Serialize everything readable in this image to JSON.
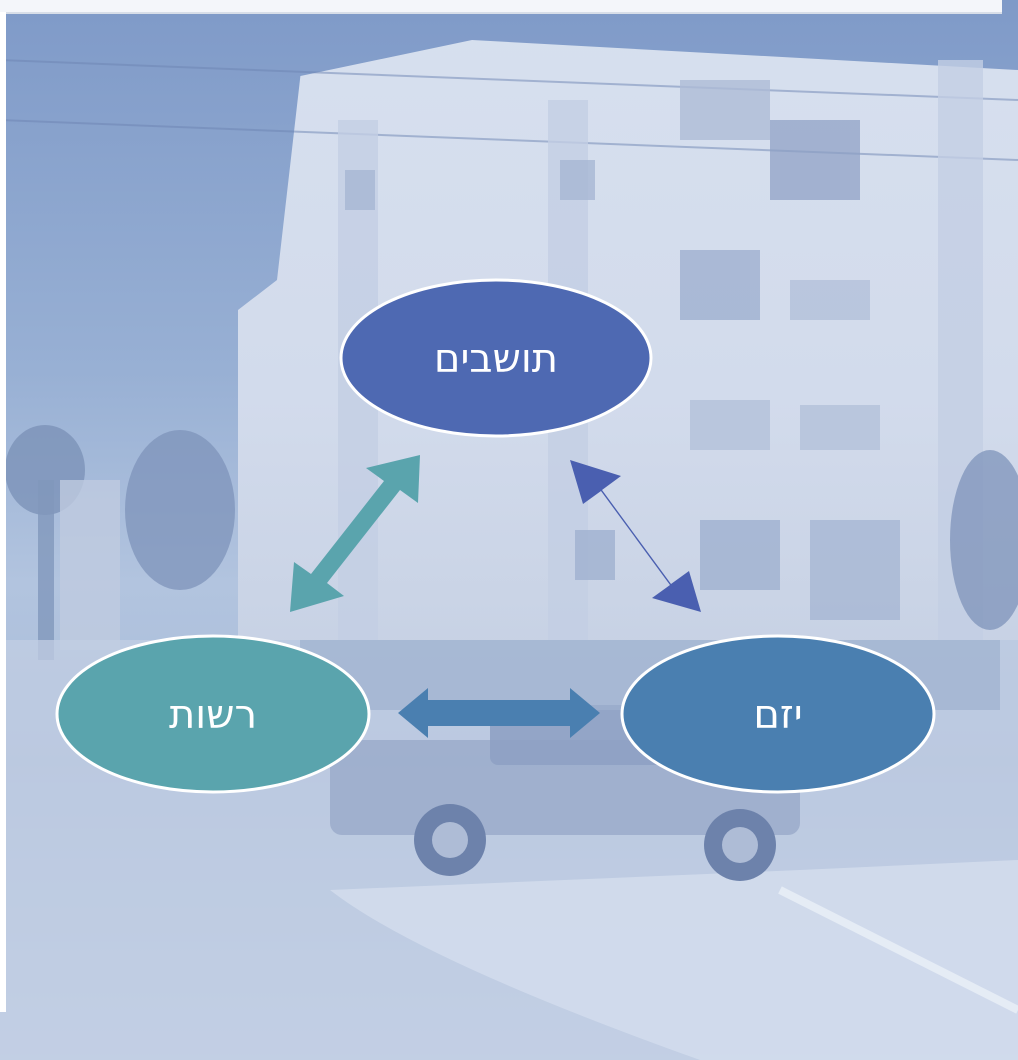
{
  "diagram": {
    "nodes": {
      "residents": {
        "label": "תושבים",
        "color": "#4e69b2"
      },
      "authority": {
        "label": "רשות",
        "color": "#5aa4ad"
      },
      "developer": {
        "label": "יזם",
        "color": "#4a7fb0"
      }
    },
    "arrows": {
      "residents_authority": {
        "color": "#5aa4ad"
      },
      "residents_developer": {
        "color": "#4a5fb0"
      },
      "authority_developer": {
        "color": "#4a7fb0"
      }
    }
  }
}
